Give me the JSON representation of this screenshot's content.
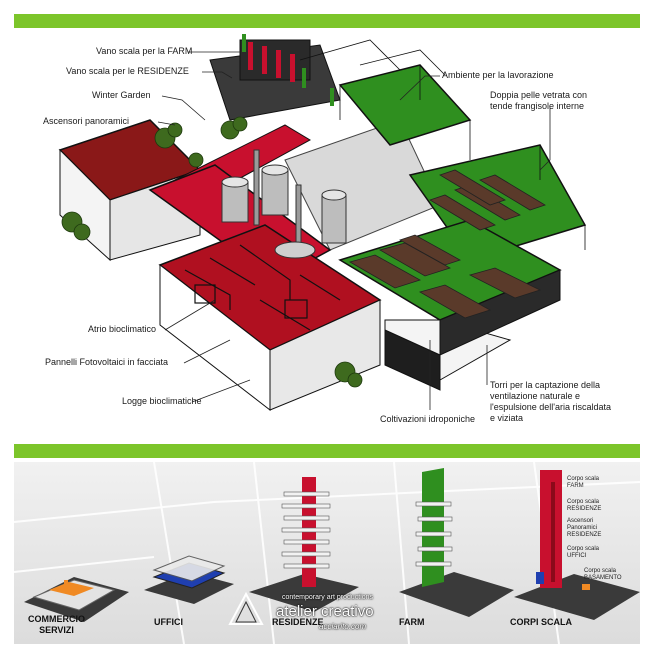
{
  "colors": {
    "green_band": "#7cc52a",
    "red": "#c8102e",
    "green": "#2f8f1f",
    "dark": "#1c1c1c"
  },
  "top_labels": {
    "vano_farm": "Vano scala per la FARM",
    "vano_residenze": "Vano scala per le RESIDENZE",
    "winter_garden": "Winter Garden",
    "ascensori": "Ascensori panoramici",
    "ambiente": "Ambiente per la lavorazione",
    "doppia_pelle": "Doppia pelle vetrata con tende frangisole interne",
    "atrio": "Atrio bioclimatico",
    "pannelli": "Pannelli Fotovoltaici in facciata",
    "logge": "Logge bioclimatiche",
    "coltivazioni": "Coltivazioni idroponiche",
    "torri": "Torri  per la captazione della ventilazione naturale e l'espulsione dell'aria riscaldata e viziata"
  },
  "bottom_captions": {
    "commercio": "COMMERCIO\nSERVIZI",
    "uffici": "UFFICI",
    "residenze": "RESIDENZE",
    "farm": "FARM",
    "corpi": "CORPI SCALA"
  },
  "corpi_labels": {
    "farm": "Corpo scala\nFARM",
    "residenze": "Corpo scala\nRESIDENZE",
    "ascensori": "Ascensori\nPanoramici\nRESIDENZE",
    "uffici": "Corpo scala\nUFFICI",
    "basamento": "Corpo scala\nBASAMENTO"
  },
  "watermark": {
    "line1": "contemporary art productions",
    "line2": "atelier creativo",
    "line3": "acciarito.com"
  }
}
